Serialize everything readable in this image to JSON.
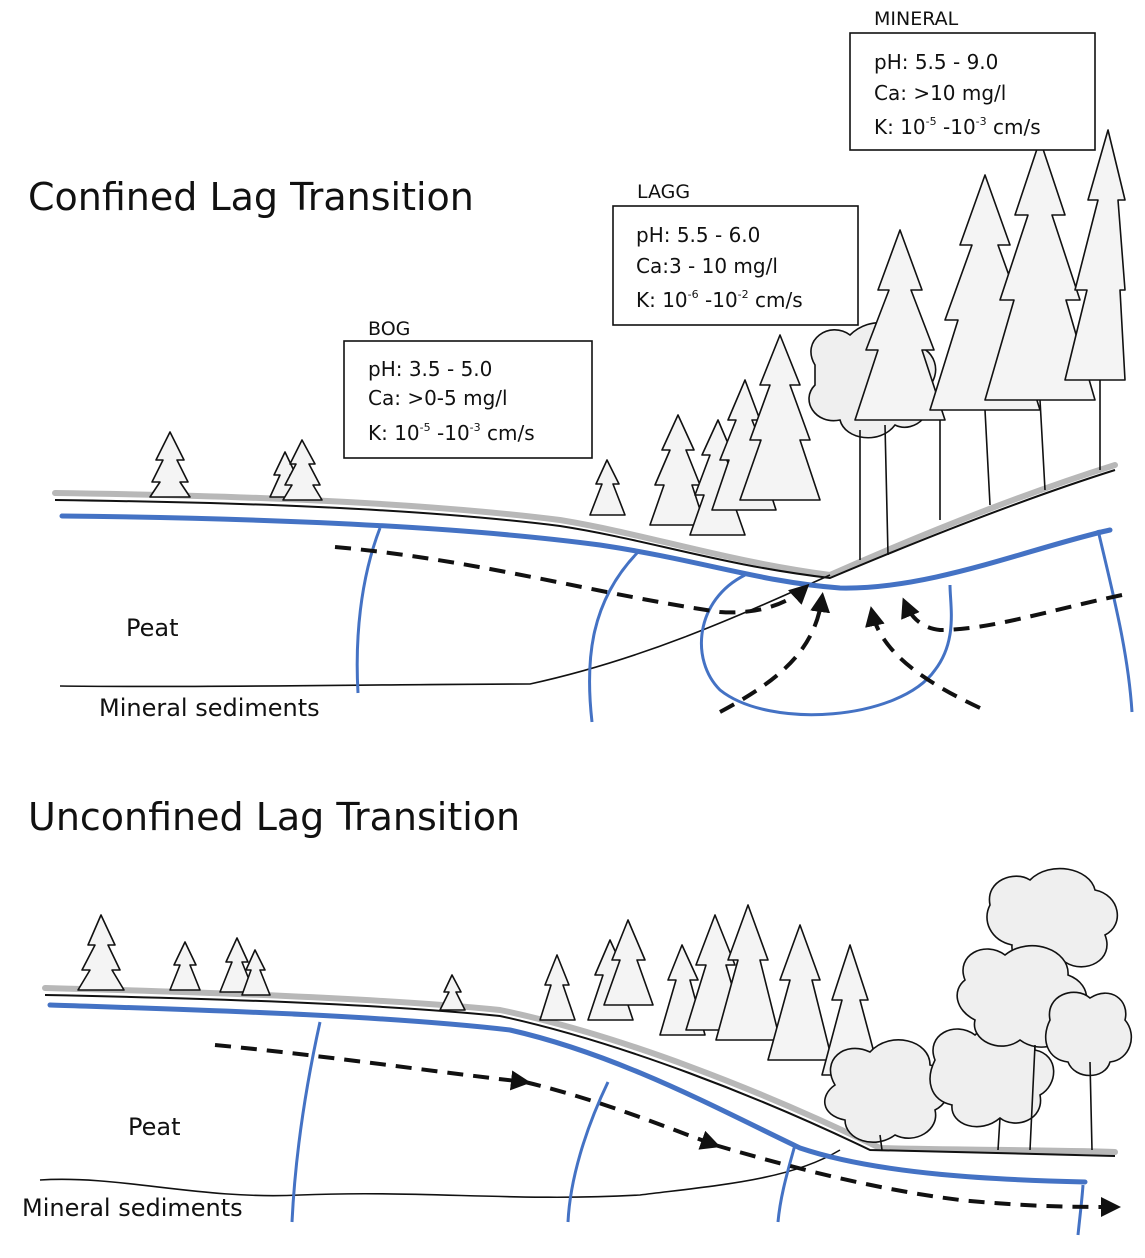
{
  "diagram": {
    "confined": {
      "title": "Confined Lag Transition",
      "peat_label": "Peat",
      "sediment_label": "Mineral sediments",
      "zones": [
        {
          "name": "BOG",
          "ph": "pH: 3.5 - 5.0",
          "ca": "Ca: >0-5 mg/l",
          "k_prefix": "K: 10",
          "k_exp1": "-5",
          "k_mid": " -10",
          "k_exp2": "-3",
          "k_unit": " cm/s"
        },
        {
          "name": "LAGG",
          "ph": "pH: 5.5 - 6.0",
          "ca": "Ca:3 - 10 mg/l",
          "k_prefix": "K: 10",
          "k_exp1": "-6",
          "k_mid": " -10",
          "k_exp2": "-2",
          "k_unit": " cm/s"
        },
        {
          "name": "MINERAL",
          "ph": "pH: 5.5 - 9.0",
          "ca": "Ca: >10 mg/l",
          "k_prefix": "K: 10",
          "k_exp1": "-5",
          "k_mid": " -10",
          "k_exp2": "-3",
          "k_unit": " cm/s"
        }
      ]
    },
    "unconfined": {
      "title": "Unconfined Lag Transition",
      "peat_label": "Peat",
      "sediment_label": "Mineral sediments"
    },
    "colors": {
      "water_table": "#4472c4",
      "flow_arrow": "#111111",
      "outline": "#111111"
    }
  }
}
